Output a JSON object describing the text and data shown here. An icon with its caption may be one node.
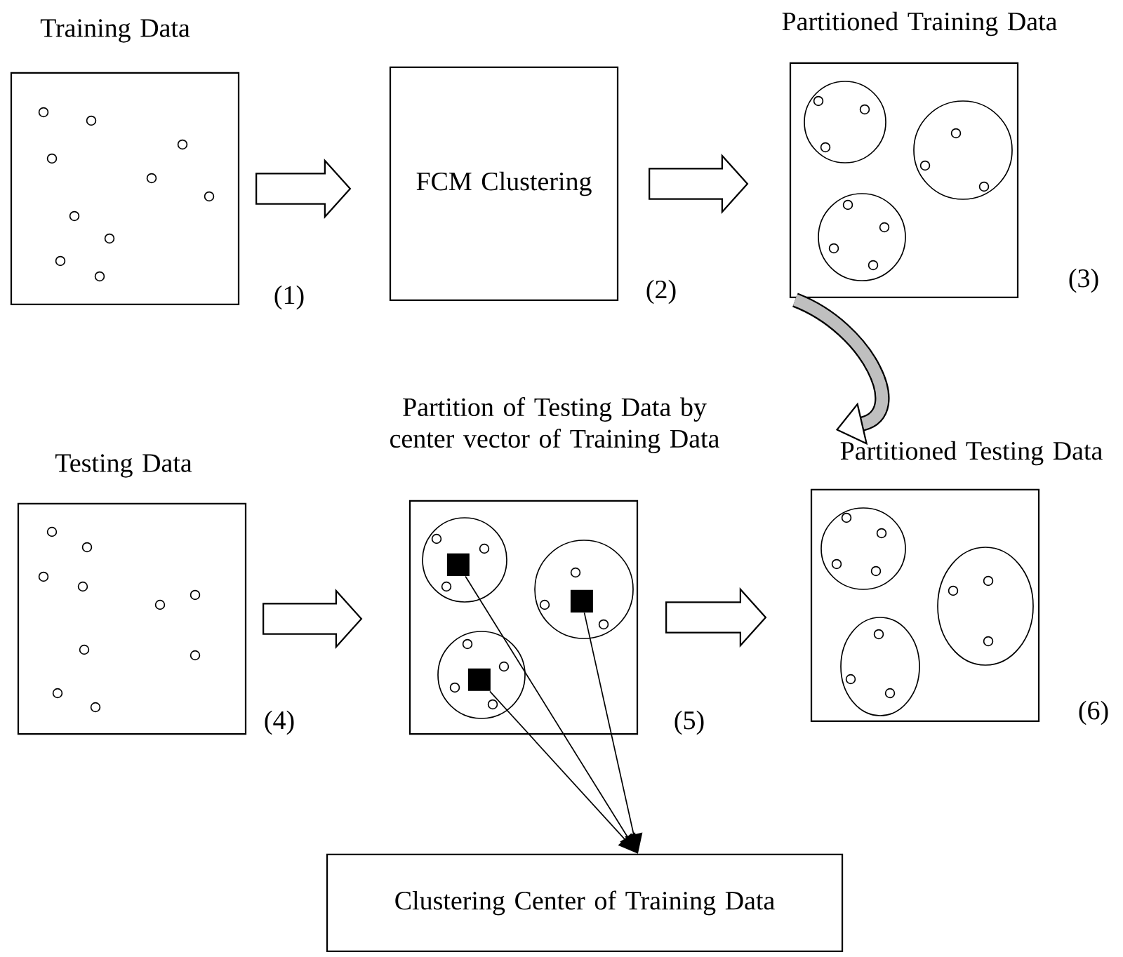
{
  "diagram": {
    "nodes": [
      {
        "text": [
          "Training Data"
        ],
        "beside": [
          "(1)"
        ]
      },
      {
        "text": [
          "FCM Clustering"
        ],
        "beside": [
          "(2)"
        ]
      },
      {
        "text": [
          "Partitioned Training Data"
        ],
        "beside": [
          "(3)"
        ]
      },
      {
        "text": [
          "Testing Data"
        ],
        "beside": [
          "(4)"
        ]
      },
      {
        "text": [
          "Partition of Testing Data by center vector of Training Data"
        ],
        "beside": [
          "(5)"
        ]
      },
      {
        "text": [
          "Partitioned Testing Data"
        ],
        "beside": [
          "(6)"
        ]
      },
      {
        "text": [
          "Clustering Center of Training Data"
        ]
      },
      {
        "text": [],
        "shape": "box",
        "in": 4
      },
      {
        "text": [],
        "shape": "box",
        "in": 4
      },
      {
        "text": [],
        "shape": "box",
        "in": 4
      }
    ],
    "edges": [
      {
        "from": 0,
        "to": 1,
        "arrow": "to",
        "style": "thick"
      },
      {
        "from": 1,
        "to": 2,
        "arrow": "to",
        "style": "thick"
      },
      {
        "from": 2,
        "to": 5,
        "arrow": "to",
        "style": "thick"
      },
      {
        "from": 3,
        "to": 4,
        "arrow": "to",
        "style": "thick"
      },
      {
        "from": 4,
        "to": 5,
        "arrow": "to",
        "style": "thick"
      },
      {
        "from": 7,
        "to": 6,
        "arrow": "to"
      },
      {
        "from": 9,
        "to": 6,
        "arrow": "to"
      },
      {
        "from": 8,
        "to": 6,
        "arrow": "to"
      }
    ]
  }
}
